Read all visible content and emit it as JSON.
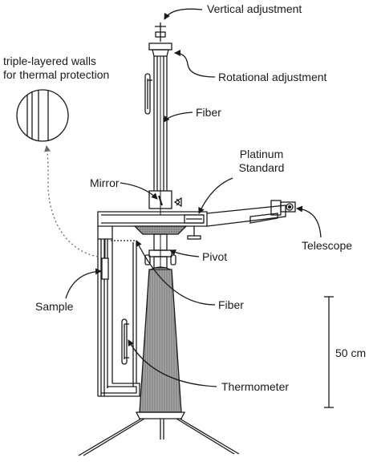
{
  "labels": {
    "vertical_adjustment": "Vertical adjustment",
    "rotational_adjustment": "Rotational adjustment",
    "walls_line1": "triple-layered walls",
    "walls_line2": "for thermal protection",
    "fiber_top": "Fiber",
    "platinum_line1": "Platinum",
    "platinum_line2": "Standard",
    "mirror": "Mirror",
    "telescope": "Telescope",
    "pivot": "Pivot",
    "sample": "Sample",
    "fiber_bottom": "Fiber",
    "scale_bar": "50 cm",
    "thermometer": "Thermometer"
  },
  "colors": {
    "ink": "#1a1a1a",
    "stipple": "#8a8a8a",
    "dotted_leader": "#6a6a6a"
  }
}
